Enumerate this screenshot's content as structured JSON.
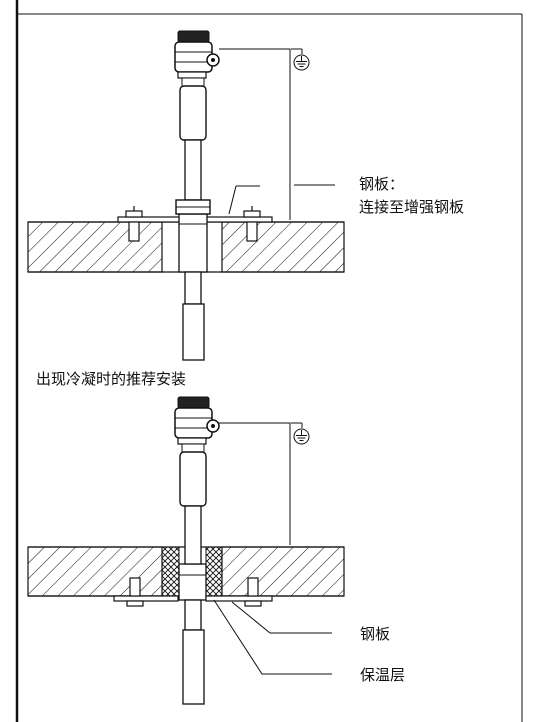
{
  "diagram": {
    "top": {
      "steel_plate_label": "钢板：",
      "steel_plate_note": "连接至增强钢板"
    },
    "bottom": {
      "caption": "出现冷凝时的推荐安装",
      "steel_plate_label": "钢板",
      "insulation_label": "保温层"
    },
    "colors": {
      "line": "#111111",
      "background": "#ffffff"
    }
  }
}
